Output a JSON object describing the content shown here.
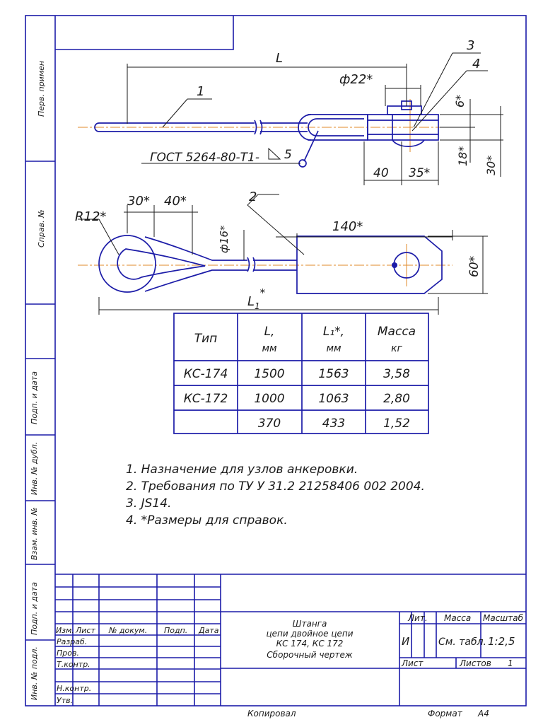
{
  "margin_labels": {
    "perv_primen": "Перв. примен",
    "sprav_no": "Справ. №",
    "podp_data_1": "Подп. и дата",
    "inv_dubl": "Инв. № дубл.",
    "vzam_inv": "Взам. инв. №",
    "podp_data_2": "Подп. и дата",
    "inv_podl": "Инв. № подл."
  },
  "drawing": {
    "callouts": {
      "c1": "1",
      "c2": "2",
      "c3": "3",
      "c4": "4"
    },
    "dims": {
      "L": "L",
      "phi22": "ф22*",
      "d6": "6*",
      "d18": "18*",
      "d30": "30*",
      "d40": "40",
      "d35": "35*",
      "gost": "ГОСТ 5264-80-Т1-",
      "weld_leg": "5",
      "R12": "R12*",
      "d30b": "30*",
      "d40b": "40*",
      "phi16": "ф16*",
      "d140": "140*",
      "d60": "60*",
      "L1": "L",
      "L1_sub": "1",
      "L1_star": "*"
    }
  },
  "table": {
    "headers": [
      {
        "l1": "Тип",
        "l2": ""
      },
      {
        "l1": "L,",
        "l2": "мм"
      },
      {
        "l1": "L₁*,",
        "l2": "мм"
      },
      {
        "l1": "Масса",
        "l2": "кг"
      }
    ],
    "rows": [
      [
        "КС-174",
        "1500",
        "1563",
        "3,58"
      ],
      [
        "КС-172",
        "1000",
        "1063",
        "2,80"
      ],
      [
        "",
        "370",
        "433",
        "1,52"
      ]
    ]
  },
  "notes": [
    "1. Назначение   для узлов анкеровки.",
    "2. Требования по ТУ У 31.2 21258406 002 2004.",
    "3. JS14.",
    "4.  *Размеры для справок."
  ],
  "title_block": {
    "col_izm": "Изм.",
    "col_list": "Лист",
    "col_dokum": "№ докум.",
    "col_podp": "Подп.",
    "col_data": "Дата",
    "razrab": "Разраб.",
    "prov": "Пров.",
    "t_kontr": "Т.контр.",
    "n_kontr": "Н.контр.",
    "utv": "Утв.",
    "title_lines": [
      "Штанга",
      "цепи двойное цепи",
      "КС 174, КС 172",
      "Сборочный чертеж"
    ],
    "lit_label": "Лит.",
    "massa_label": "Масса",
    "masshtab_label": "Масштаб",
    "lit_value": "И",
    "massa_value": "См. табл.",
    "masshtab_value": "1:2,5",
    "list_label": "Лист",
    "listov_label": "Листов",
    "listov_value": "1"
  },
  "footer": {
    "kopiroval": "Копировал",
    "format": "Формат",
    "format_value": "А4"
  },
  "colors": {
    "frame": "#1c1ca8",
    "line": "#1a1a1a",
    "center": "#e08a2a"
  }
}
